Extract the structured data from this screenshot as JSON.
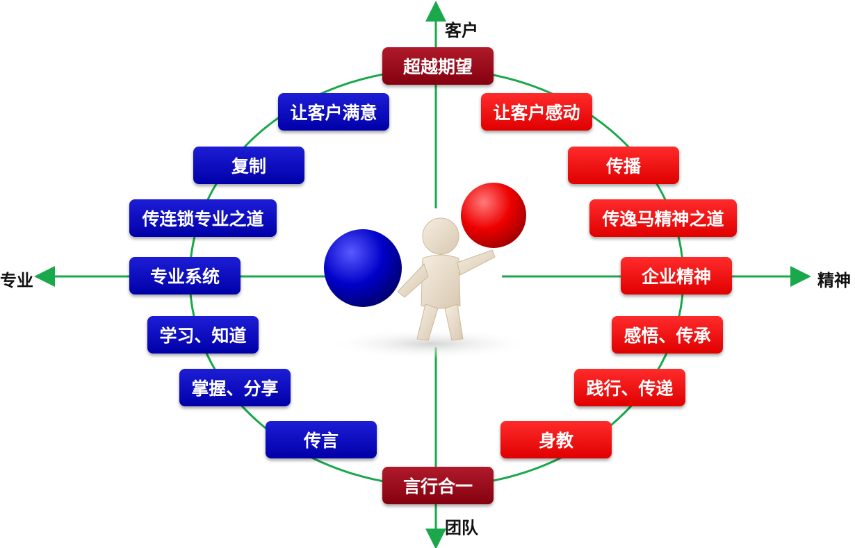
{
  "axes": {
    "top": "客户",
    "bottom": "团队",
    "left": "专业",
    "right": "精神"
  },
  "nodes": {
    "top": "超越期望",
    "bottom": "言行合一",
    "left": [
      "让客户满意",
      "复制",
      "传连锁专业之道",
      "专业系统",
      "学习、知道",
      "掌握、分享",
      "传言"
    ],
    "right": [
      "让客户感动",
      "传播",
      "传逸马精神之道",
      "企业精神",
      "感悟、传承",
      "践行、传递",
      "身教"
    ]
  },
  "colors": {
    "ring": "#19a84a",
    "axis": "#19a84a",
    "left_boxes": "#0a0ac0",
    "right_boxes": "#f20d0d",
    "center_boxes": "#9b0f1f",
    "blue_ball": "#0000c8",
    "red_ball": "#ee0000",
    "figure": "#e9ddca"
  },
  "illustration": "3d-figure-balancing-blue-and-red-balls"
}
